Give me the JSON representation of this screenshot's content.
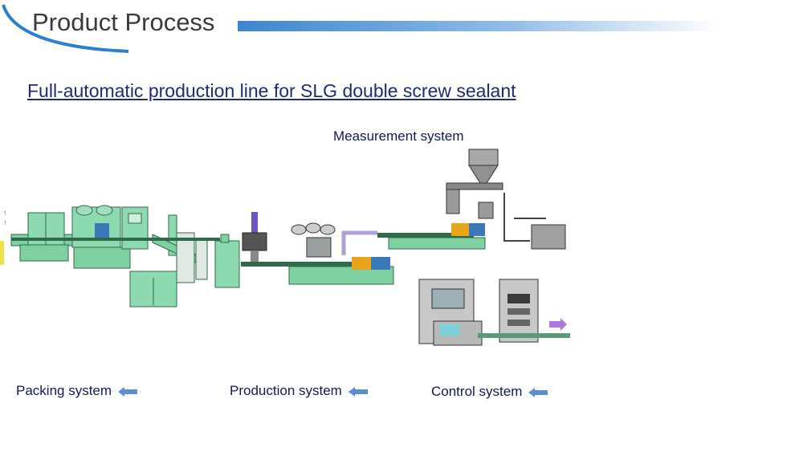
{
  "header": {
    "title": "Product Process"
  },
  "main": {
    "heading": "Full-automatic production line for SLG double screw sealant"
  },
  "labels": {
    "measurement": "Measurement system",
    "packing": "Packing system",
    "production": "Production system",
    "control": "Control system"
  },
  "icons": {
    "left_arrow": "left-arrow-icon",
    "right_arrow": "right-arrow-icon"
  },
  "colors": {
    "machine_green": "#7fd0a0",
    "machine_dark": "#2f6a4a",
    "motor_orange": "#e8a51b",
    "motor_blue": "#3a78b8",
    "heading_blue": "#1f2a78",
    "arrow_blue": "#5b8fd0",
    "arrow_purple": "#b075e0"
  }
}
